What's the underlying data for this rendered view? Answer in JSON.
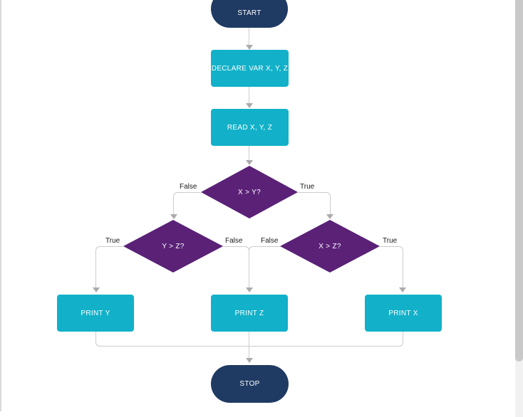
{
  "diagram": {
    "description": "Flowchart: find the largest of three numbers",
    "nodes": {
      "start": {
        "label": "START",
        "type": "terminator"
      },
      "declare": {
        "label": "DECLARE VAR X, Y, Z",
        "type": "process"
      },
      "read": {
        "label": "READ X, Y, Z",
        "type": "process"
      },
      "x_gt_y": {
        "label": "X > Y?",
        "type": "decision"
      },
      "y_gt_z": {
        "label": "Y > Z?",
        "type": "decision"
      },
      "x_gt_z": {
        "label": "X > Z?",
        "type": "decision"
      },
      "print_y": {
        "label": "PRINT Y",
        "type": "process"
      },
      "print_z": {
        "label": "PRINT Z",
        "type": "process"
      },
      "print_x": {
        "label": "PRINT X",
        "type": "process"
      },
      "stop": {
        "label": "STOP",
        "type": "terminator"
      }
    },
    "edge_labels": {
      "x_gt_y_false": "False",
      "x_gt_y_true": "True",
      "y_gt_z_true": "True",
      "y_gt_z_false": "False",
      "x_gt_z_false": "False",
      "x_gt_z_true": "True"
    }
  },
  "colors": {
    "terminator": "#1f3a63",
    "process": "#12b1c9",
    "decision": "#5a2177",
    "node-text": "#ffffff",
    "line": "#cccccc",
    "arrow": "#ababab",
    "label-text": "#1a1a1a",
    "scrollbar-thumb": "#c9c9c9",
    "scrollbar-track": "#f1f1f1",
    "canvas-border": "#d9d9d9"
  }
}
